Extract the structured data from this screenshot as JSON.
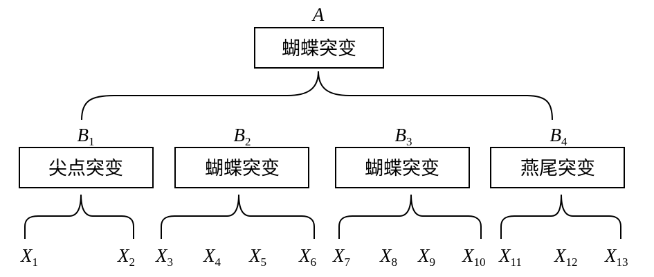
{
  "root": {
    "label": "A",
    "text": "蝴蝶突变"
  },
  "subsystems": [
    {
      "label": "B",
      "label_sub": "1",
      "text": "尖点突变",
      "variables": [
        {
          "main": "X",
          "sub": "1"
        },
        {
          "main": "X",
          "sub": "2"
        }
      ]
    },
    {
      "label": "B",
      "label_sub": "2",
      "text": "蝴蝶突变",
      "variables": [
        {
          "main": "X",
          "sub": "3"
        },
        {
          "main": "X",
          "sub": "4"
        },
        {
          "main": "X",
          "sub": "5"
        },
        {
          "main": "X",
          "sub": "6"
        }
      ]
    },
    {
      "label": "B",
      "label_sub": "3",
      "text": "蝴蝶突变",
      "variables": [
        {
          "main": "X",
          "sub": "7"
        },
        {
          "main": "X",
          "sub": "8"
        },
        {
          "main": "X",
          "sub": "9"
        },
        {
          "main": "X",
          "sub": "10"
        }
      ]
    },
    {
      "label": "B",
      "label_sub": "4",
      "text": "燕尾突变",
      "variables": [
        {
          "main": "X",
          "sub": "11"
        },
        {
          "main": "X",
          "sub": "12"
        },
        {
          "main": "X",
          "sub": "13"
        }
      ]
    }
  ]
}
